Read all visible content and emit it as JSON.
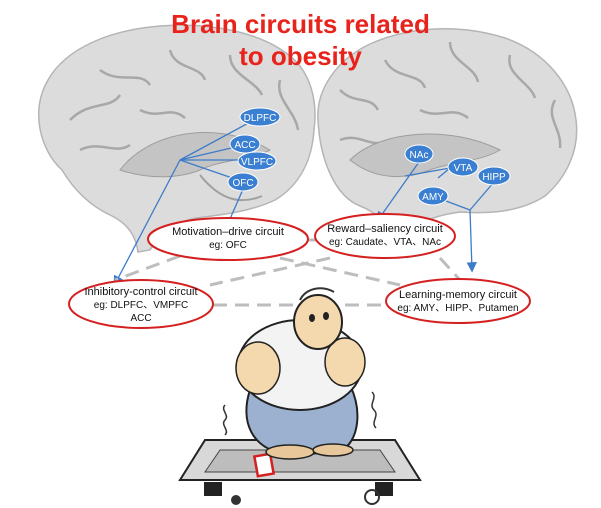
{
  "title": {
    "line1": "Brain circuits related",
    "line2": "to obesity"
  },
  "regions_left": [
    "DLPFC",
    "ACC",
    "VLPFC",
    "OFC"
  ],
  "regions_right": [
    "NAc",
    "VTA",
    "HIPP",
    "AMY"
  ],
  "circuits": {
    "motivation": {
      "name": "Motivation–drive circuit",
      "example": "eg: OFC"
    },
    "reward": {
      "name": "Reward–saliency circuit",
      "example": "eg: Caudate、VTA、NAc"
    },
    "inhibitory": {
      "name": "Inhibitory-control circuit",
      "example": "eg: DLPFC、VMPFC",
      "example2": "ACC"
    },
    "learning": {
      "name": "Learning-memory circuit",
      "example": "eg: AMY、HIPP、Putamen"
    }
  },
  "colors": {
    "title": "#e8231c",
    "ellipse_stroke": "#d42020",
    "region_fill": "#3a7fd1",
    "connector": "#3d7cc9",
    "dashed": "#bfbfbf",
    "brain": "#cfcfcf"
  }
}
